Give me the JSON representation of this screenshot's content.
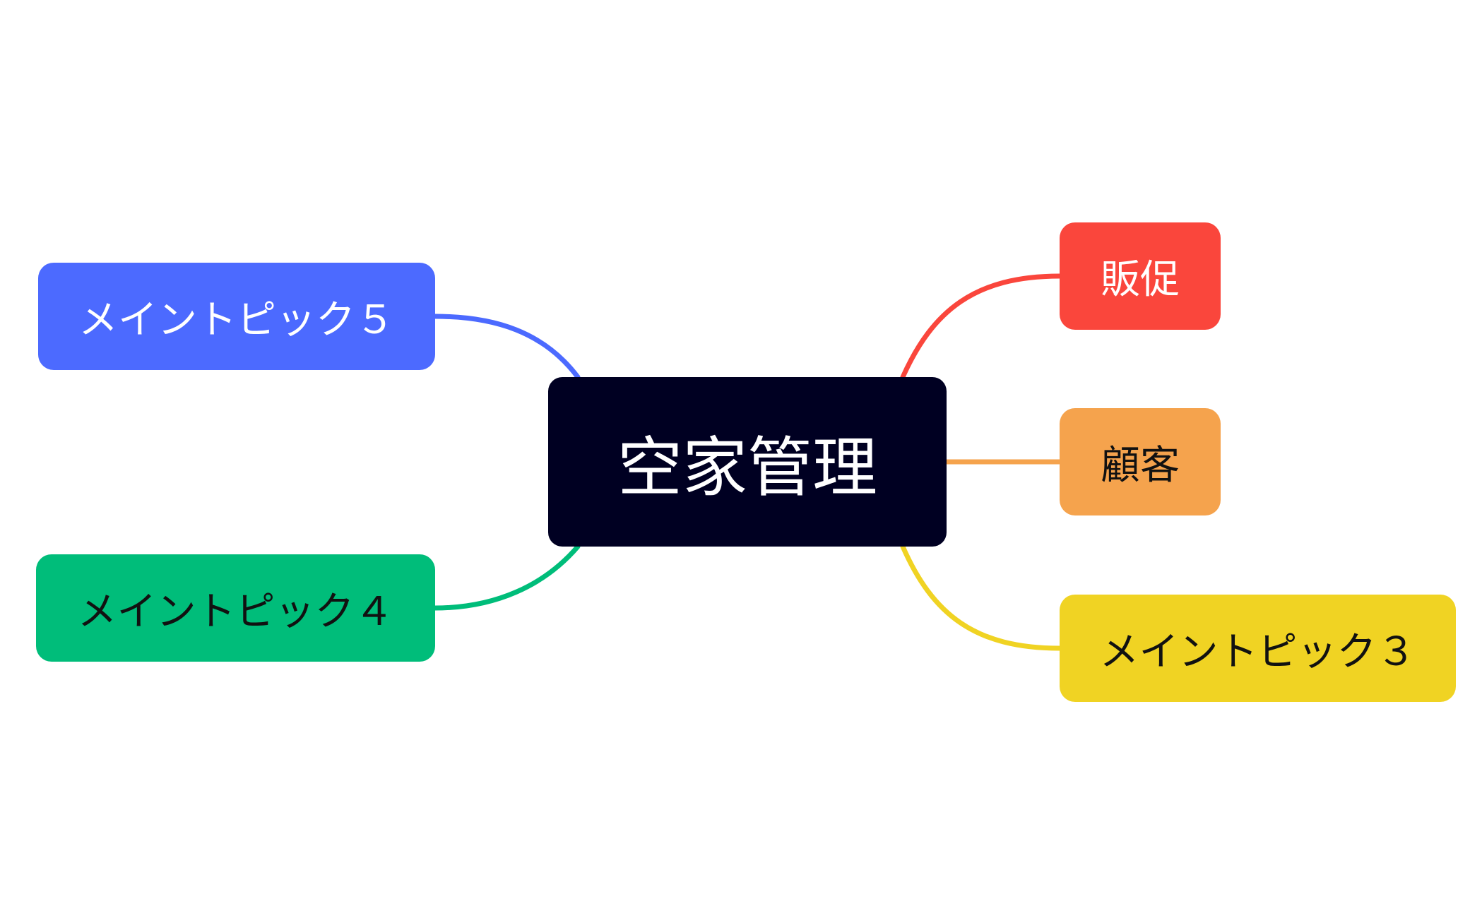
{
  "center": {
    "label": "空家管理",
    "bg": "#000022",
    "fg": "#ffffff"
  },
  "topics": [
    {
      "id": "sales",
      "label": "販促",
      "bg": "#fa463c",
      "fg": "#ffffff",
      "line": "#fa463c"
    },
    {
      "id": "cust",
      "label": "顧客",
      "bg": "#f5a34d",
      "fg": "#111111",
      "line": "#f5a34d"
    },
    {
      "id": "main3",
      "label": "メイントピック３",
      "bg": "#f0d323",
      "fg": "#111111",
      "line": "#f0d323"
    },
    {
      "id": "main5",
      "label": "メイントピック５",
      "bg": "#4c6aff",
      "fg": "#ffffff",
      "line": "#4c6aff"
    },
    {
      "id": "main4",
      "label": "メイントピック４",
      "bg": "#00bd7a",
      "fg": "#111111",
      "line": "#00bd7a"
    }
  ]
}
